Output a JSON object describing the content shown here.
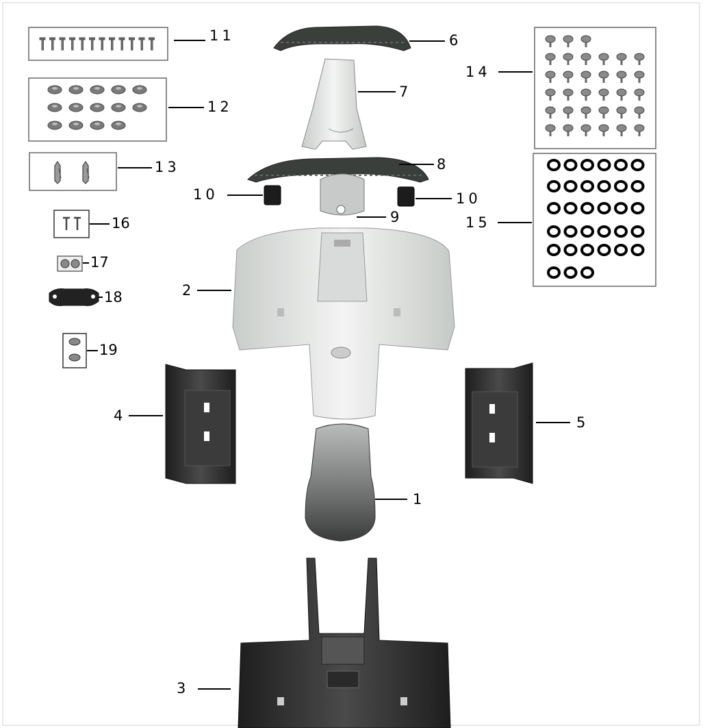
{
  "labels": {
    "p1": "1",
    "p2": "2",
    "p3": "3",
    "p4": "4",
    "p5": "5",
    "p6": "6",
    "p7": "7",
    "p8": "8",
    "p9": "9",
    "p10_left": "10",
    "p10_right": "10",
    "p11": "11",
    "p12": "12",
    "p13": "13",
    "p14": "14",
    "p15": "15",
    "p16": "16",
    "p17": "17",
    "p18": "18",
    "p19": "19"
  },
  "colors": {
    "outline": "#555555",
    "dark_plastic": "#2b2b2b",
    "light_plastic": "#e9ebe9",
    "leader": "#000000"
  }
}
